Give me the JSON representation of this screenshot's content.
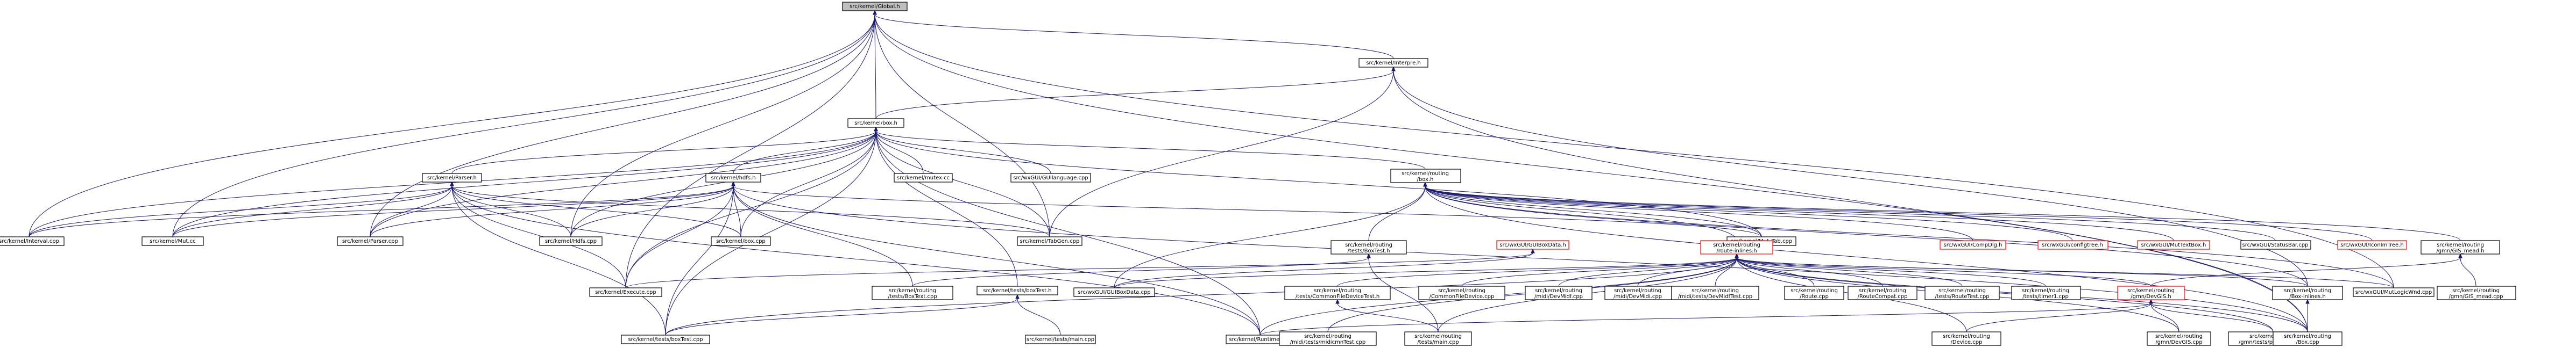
{
  "graph": {
    "root": "src/kernel/Global.h",
    "nodes": [
      {
        "id": "global",
        "lines": [
          "src/kernel/Global.h"
        ],
        "kind": "root"
      },
      {
        "id": "interpre",
        "lines": [
          "src/kernel/Interpre.h"
        ],
        "kind": "normal"
      },
      {
        "id": "box",
        "lines": [
          "src/kernel/box.h"
        ],
        "kind": "normal"
      },
      {
        "id": "parser_h",
        "lines": [
          "src/kernel/Parser.h"
        ],
        "kind": "normal"
      },
      {
        "id": "hdfs_h",
        "lines": [
          "src/kernel/hdfs.h"
        ],
        "kind": "normal"
      },
      {
        "id": "mutex",
        "lines": [
          "src/kernel/mutex.cc"
        ],
        "kind": "normal"
      },
      {
        "id": "wxgui_lang",
        "lines": [
          "src/wxGUI/GUIlanguage.cpp"
        ],
        "kind": "normal"
      },
      {
        "id": "routing_box",
        "lines": [
          "src/kernel/routing",
          "/box.h"
        ],
        "kind": "normal"
      },
      {
        "id": "interval",
        "lines": [
          "src/kernel/Interval.cpp"
        ],
        "kind": "normal"
      },
      {
        "id": "mut_cc",
        "lines": [
          "src/kernel/Mut.cc"
        ],
        "kind": "normal"
      },
      {
        "id": "parser_cpp",
        "lines": [
          "src/kernel/Parser.cpp"
        ],
        "kind": "normal"
      },
      {
        "id": "hdfs_cpp",
        "lines": [
          "src/kernel/Hdfs.cpp"
        ],
        "kind": "normal"
      },
      {
        "id": "box_cpp",
        "lines": [
          "src/kernel/box.cpp"
        ],
        "kind": "normal"
      },
      {
        "id": "tabgen",
        "lines": [
          "src/kernel/TabGen.cpp"
        ],
        "kind": "normal"
      },
      {
        "id": "mut_tab",
        "lines": [
          "src/kernel/Mut_Tab.cpp"
        ],
        "kind": "normal"
      },
      {
        "id": "boxtest_h",
        "lines": [
          "src/kernel/routing",
          "/tests/BoxTest.h"
        ],
        "kind": "normal"
      },
      {
        "id": "guiboxdata_h",
        "lines": [
          "src/wxGUI/GUIBoxData.h"
        ],
        "kind": "ext"
      },
      {
        "id": "route_inlines",
        "lines": [
          "src/kernel/routing",
          "/route-inlines.h"
        ],
        "kind": "ext"
      },
      {
        "id": "compdlg",
        "lines": [
          "src/wxGUI/CompDlg.h"
        ],
        "kind": "ext"
      },
      {
        "id": "configtree",
        "lines": [
          "src/wxGUI/configtree.h"
        ],
        "kind": "ext"
      },
      {
        "id": "muttextbox",
        "lines": [
          "src/wxGUI/MutTextBox.h"
        ],
        "kind": "ext"
      },
      {
        "id": "statusbar",
        "lines": [
          "src/wxGUI/StatusBar.cpp"
        ],
        "kind": "normal"
      },
      {
        "id": "iconimtree",
        "lines": [
          "src/wxGUI/IconImTree.h"
        ],
        "kind": "ext"
      },
      {
        "id": "gmn_head",
        "lines": [
          "src/kernel/routing",
          "/gmn/GIS_mead.h"
        ],
        "kind": "normal"
      },
      {
        "id": "execute",
        "lines": [
          "src/kernel/Execute.cpp"
        ],
        "kind": "normal"
      },
      {
        "id": "boxtext_cpp",
        "lines": [
          "src/kernel/routing",
          "/tests/BoxText.cpp"
        ],
        "kind": "normal"
      },
      {
        "id": "tests_boxtest_h",
        "lines": [
          "src/kernel/tests/boxTest.h"
        ],
        "kind": "normal"
      },
      {
        "id": "guiboxdata_cpp",
        "lines": [
          "src/wxGUI/GUIBoxData.cpp"
        ],
        "kind": "normal"
      },
      {
        "id": "common_filedev_h",
        "lines": [
          "src/kernel/routing",
          "/tests/CommonFileDeviceTest.h"
        ],
        "kind": "normal"
      },
      {
        "id": "common_filedev_cpp",
        "lines": [
          "src/kernel/routing",
          "/CommonFileDevice.cpp"
        ],
        "kind": "normal"
      },
      {
        "id": "devmidf",
        "lines": [
          "src/kernel/routing",
          "/midi/DevMidf.cpp"
        ],
        "kind": "normal"
      },
      {
        "id": "devmidi",
        "lines": [
          "src/kernel/routing",
          "/midi/DevMidi.cpp"
        ],
        "kind": "normal"
      },
      {
        "id": "devmidftest",
        "lines": [
          "src/kernel/routing",
          "/midi/tests/DevMidfTest.cpp"
        ],
        "kind": "normal"
      },
      {
        "id": "route_cpp",
        "lines": [
          "src/kernel/routing",
          "/Route.cpp"
        ],
        "kind": "normal"
      },
      {
        "id": "routecompat",
        "lines": [
          "src/kernel/routing",
          "/RouteCompat.cpp"
        ],
        "kind": "normal"
      },
      {
        "id": "routetest",
        "lines": [
          "src/kernel/routing",
          "/tests/RouteTest.cpp"
        ],
        "kind": "normal"
      },
      {
        "id": "timer1",
        "lines": [
          "src/kernel/routing",
          "/tests/timer1.cpp"
        ],
        "kind": "normal"
      },
      {
        "id": "devgis_h",
        "lines": [
          "src/kernel/routing",
          "/gmn/DevGIS.h"
        ],
        "kind": "ext"
      },
      {
        "id": "gmn_head_cpp",
        "lines": [
          "src/kernel/routing",
          "/gmn/GIS_mead.cpp"
        ],
        "kind": "normal"
      },
      {
        "id": "box_inlines",
        "lines": [
          "src/kernel/routing",
          "/Box-inlines.h"
        ],
        "kind": "normal"
      },
      {
        "id": "mutlogicwnd",
        "lines": [
          "src/wxGUI/MutLogicWnd.cpp"
        ],
        "kind": "normal"
      },
      {
        "id": "boxtest_cpp",
        "lines": [
          "src/kernel/tests/boxTest.cpp"
        ],
        "kind": "normal"
      },
      {
        "id": "tests_main",
        "lines": [
          "src/kernel/tests/main.cpp"
        ],
        "kind": "normal"
      },
      {
        "id": "runtime",
        "lines": [
          "src/kernel/Runtime.cpp"
        ],
        "kind": "normal"
      },
      {
        "id": "routing_tests_main",
        "lines": [
          "src/kernel/routing",
          "/tests/main.cpp"
        ],
        "kind": "normal"
      },
      {
        "id": "device_cpp",
        "lines": [
          "src/kernel/routing",
          "/Device.cpp"
        ],
        "kind": "normal"
      },
      {
        "id": "devgis_cpp",
        "lines": [
          "src/kernel/routing",
          "/gmn/DevGIS.cpp"
        ],
        "kind": "normal"
      },
      {
        "id": "playgmn",
        "lines": [
          "src/kernel/routing",
          "/gmn/tests/playgmn1.cpp"
        ],
        "kind": "normal"
      },
      {
        "id": "routing_box_cpp",
        "lines": [
          "src/kernel/routing",
          "/Box.cpp"
        ],
        "kind": "normal"
      },
      {
        "id": "midimirtest",
        "lines": [
          "src/kernel/routing",
          "/midi/tests/midicmnTest.cpp"
        ],
        "kind": "normal"
      }
    ],
    "edges": [
      [
        "global",
        "interpre"
      ],
      [
        "global",
        "box"
      ],
      [
        "global",
        "interval"
      ],
      [
        "global",
        "mut_cc"
      ],
      [
        "global",
        "parser_cpp"
      ],
      [
        "global",
        "hdfs_cpp"
      ],
      [
        "global",
        "tabgen"
      ],
      [
        "global",
        "execute"
      ],
      [
        "global",
        "mutlogicwnd"
      ],
      [
        "global",
        "routing_box_cpp"
      ],
      [
        "interpre",
        "box"
      ],
      [
        "interpre",
        "tabgen"
      ],
      [
        "interpre",
        "box_inlines"
      ],
      [
        "interpre",
        "routing_box_cpp"
      ],
      [
        "box",
        "parser_h"
      ],
      [
        "box",
        "hdfs_h"
      ],
      [
        "box",
        "mutex"
      ],
      [
        "box",
        "wxgui_lang"
      ],
      [
        "box",
        "routing_box"
      ],
      [
        "box",
        "interval"
      ],
      [
        "box",
        "mut_cc"
      ],
      [
        "box",
        "parser_cpp"
      ],
      [
        "box",
        "hdfs_cpp"
      ],
      [
        "box",
        "box_cpp"
      ],
      [
        "box",
        "tabgen"
      ],
      [
        "box",
        "mut_tab"
      ],
      [
        "box",
        "execute"
      ],
      [
        "box",
        "tests_boxtest_h"
      ],
      [
        "box",
        "runtime"
      ],
      [
        "box",
        "boxtest_cpp"
      ],
      [
        "parser_h",
        "interval"
      ],
      [
        "parser_h",
        "mut_cc"
      ],
      [
        "parser_h",
        "parser_cpp"
      ],
      [
        "parser_h",
        "hdfs_cpp"
      ],
      [
        "parser_h",
        "box_cpp"
      ],
      [
        "parser_h",
        "tabgen"
      ],
      [
        "parser_h",
        "execute"
      ],
      [
        "parser_h",
        "runtime"
      ],
      [
        "parser_h",
        "boxtest_cpp"
      ],
      [
        "hdfs_h",
        "interval"
      ],
      [
        "hdfs_h",
        "mut_cc"
      ],
      [
        "hdfs_h",
        "parser_cpp"
      ],
      [
        "hdfs_h",
        "hdfs_cpp"
      ],
      [
        "hdfs_h",
        "box_cpp"
      ],
      [
        "hdfs_h",
        "mut_tab"
      ],
      [
        "hdfs_h",
        "execute"
      ],
      [
        "hdfs_h",
        "runtime"
      ],
      [
        "hdfs_h",
        "boxtest_cpp"
      ],
      [
        "hdfs_h",
        "boxtext_cpp"
      ],
      [
        "hdfs_h",
        "routing_box_cpp"
      ],
      [
        "routing_box",
        "boxtest_h"
      ],
      [
        "routing_box",
        "route_inlines"
      ],
      [
        "routing_box",
        "compdlg"
      ],
      [
        "routing_box",
        "configtree"
      ],
      [
        "routing_box",
        "muttextbox"
      ],
      [
        "routing_box",
        "statusbar"
      ],
      [
        "routing_box",
        "iconimtree"
      ],
      [
        "routing_box",
        "gmn_head"
      ],
      [
        "routing_box",
        "box_inlines"
      ],
      [
        "routing_box",
        "routing_box_cpp"
      ],
      [
        "routing_box",
        "mutlogicwnd"
      ],
      [
        "routing_box",
        "mut_tab"
      ],
      [
        "routing_box",
        "guiboxdata_cpp"
      ],
      [
        "boxtest_h",
        "boxtext_cpp"
      ],
      [
        "boxtest_h",
        "routing_tests_main"
      ],
      [
        "guiboxdata_h",
        "guiboxdata_cpp"
      ],
      [
        "guiboxdata_h",
        "execute"
      ],
      [
        "route_inlines",
        "guiboxdata_cpp"
      ],
      [
        "route_inlines",
        "common_filedev_h"
      ],
      [
        "route_inlines",
        "common_filedev_cpp"
      ],
      [
        "route_inlines",
        "devmidf"
      ],
      [
        "route_inlines",
        "devmidi"
      ],
      [
        "route_inlines",
        "devmidftest"
      ],
      [
        "route_inlines",
        "route_cpp"
      ],
      [
        "route_inlines",
        "routecompat"
      ],
      [
        "route_inlines",
        "routetest"
      ],
      [
        "route_inlines",
        "timer1"
      ],
      [
        "route_inlines",
        "devgis_h"
      ],
      [
        "route_inlines",
        "box_inlines"
      ],
      [
        "route_inlines",
        "mutlogicwnd"
      ],
      [
        "route_inlines",
        "runtime"
      ],
      [
        "route_inlines",
        "boxtest_cpp"
      ],
      [
        "route_inlines",
        "routing_tests_main"
      ],
      [
        "route_inlines",
        "device_cpp"
      ],
      [
        "route_inlines",
        "devgis_cpp"
      ],
      [
        "route_inlines",
        "playgmn"
      ],
      [
        "route_inlines",
        "routing_box_cpp"
      ],
      [
        "route_inlines",
        "midimirtest"
      ],
      [
        "gmn_head",
        "gmn_head_cpp"
      ],
      [
        "gmn_head",
        "devgis_h"
      ],
      [
        "common_filedev_h",
        "routing_tests_main"
      ],
      [
        "tests_boxtest_h",
        "boxtest_cpp"
      ],
      [
        "tests_boxtest_h",
        "tests_main"
      ],
      [
        "devgis_h",
        "device_cpp"
      ],
      [
        "devgis_h",
        "devgis_cpp"
      ],
      [
        "devgis_h",
        "playgmn"
      ],
      [
        "devgis_h",
        "runtime"
      ],
      [
        "box_inlines",
        "routing_box_cpp"
      ]
    ]
  }
}
